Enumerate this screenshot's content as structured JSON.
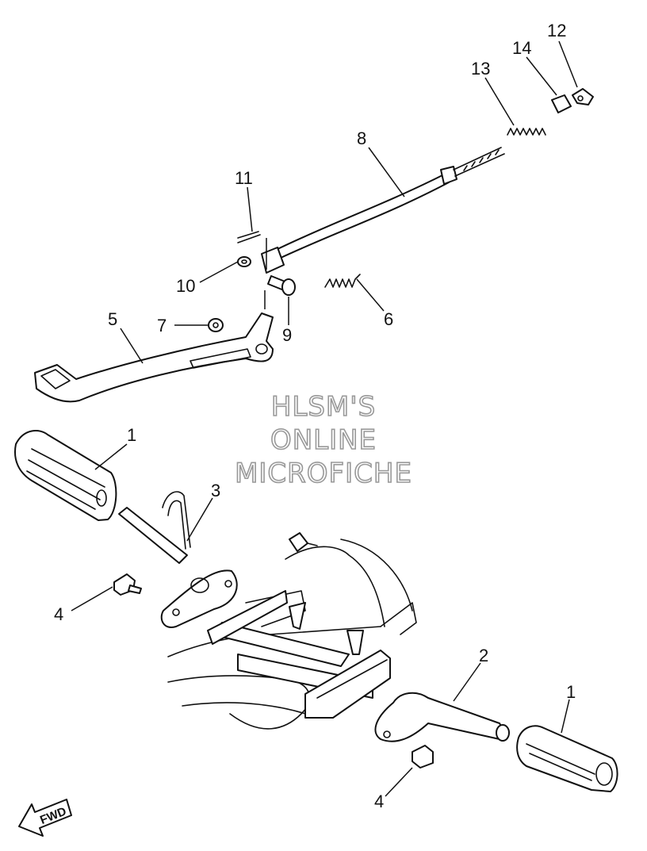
{
  "callouts": [
    {
      "id": "c12",
      "label": "12"
    },
    {
      "id": "c14",
      "label": "14"
    },
    {
      "id": "c13",
      "label": "13"
    },
    {
      "id": "c8",
      "label": "8"
    },
    {
      "id": "c11",
      "label": "11"
    },
    {
      "id": "c10",
      "label": "10"
    },
    {
      "id": "c9",
      "label": "9"
    },
    {
      "id": "c6",
      "label": "6"
    },
    {
      "id": "c7",
      "label": "7"
    },
    {
      "id": "c5",
      "label": "5"
    },
    {
      "id": "c1a",
      "label": "1"
    },
    {
      "id": "c3",
      "label": "3"
    },
    {
      "id": "c4a",
      "label": "4"
    },
    {
      "id": "c2",
      "label": "2"
    },
    {
      "id": "c1b",
      "label": "1"
    },
    {
      "id": "c4b",
      "label": "4"
    }
  ],
  "watermark": {
    "line1": "HLSM'S",
    "line2": "ONLINE",
    "line3": "MICROFICHE"
  },
  "fwd": {
    "label": "FWD"
  }
}
